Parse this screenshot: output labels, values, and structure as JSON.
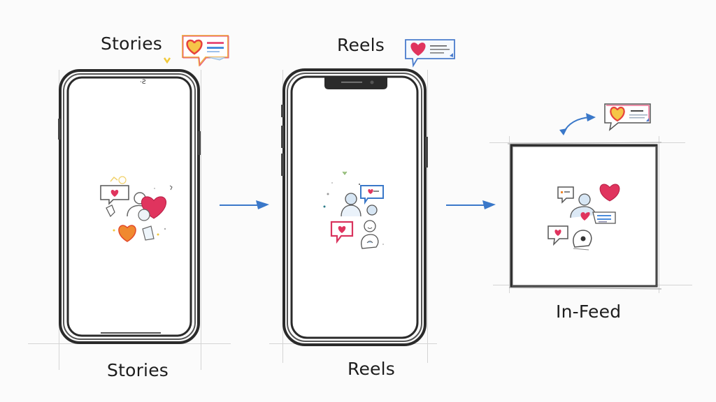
{
  "diagram": {
    "panels": [
      {
        "id": "stories",
        "top_label": "Stories",
        "bottom_label": "Stories",
        "frame": "phone-with-camera-dot"
      },
      {
        "id": "reels",
        "top_label": "Reels",
        "bottom_label": "Reels",
        "frame": "phone-with-notch"
      },
      {
        "id": "in-feed",
        "top_label": "",
        "bottom_label": "In-Feed",
        "frame": "square-post"
      }
    ],
    "connectors": [
      {
        "from": "stories",
        "to": "reels",
        "type": "arrow-right",
        "color": "#3a78c9"
      },
      {
        "from": "reels",
        "to": "in-feed",
        "type": "arrow-right",
        "color": "#3a78c9"
      }
    ],
    "icons": {
      "comment_bubble_heart": "chat-bubble-with-heart",
      "user": "person-silhouette",
      "heart": "heart",
      "curved_arrow": "double-headed-curved-arrow"
    },
    "colors": {
      "sketch_line": "#2a2a2a",
      "heart_red": "#e0345e",
      "heart_orange": "#f0892f",
      "accent_blue": "#3a78c9",
      "bubble_pink": "#e8517b",
      "user_blue": "#b9d3ec",
      "background": "#fbfbfb"
    }
  }
}
